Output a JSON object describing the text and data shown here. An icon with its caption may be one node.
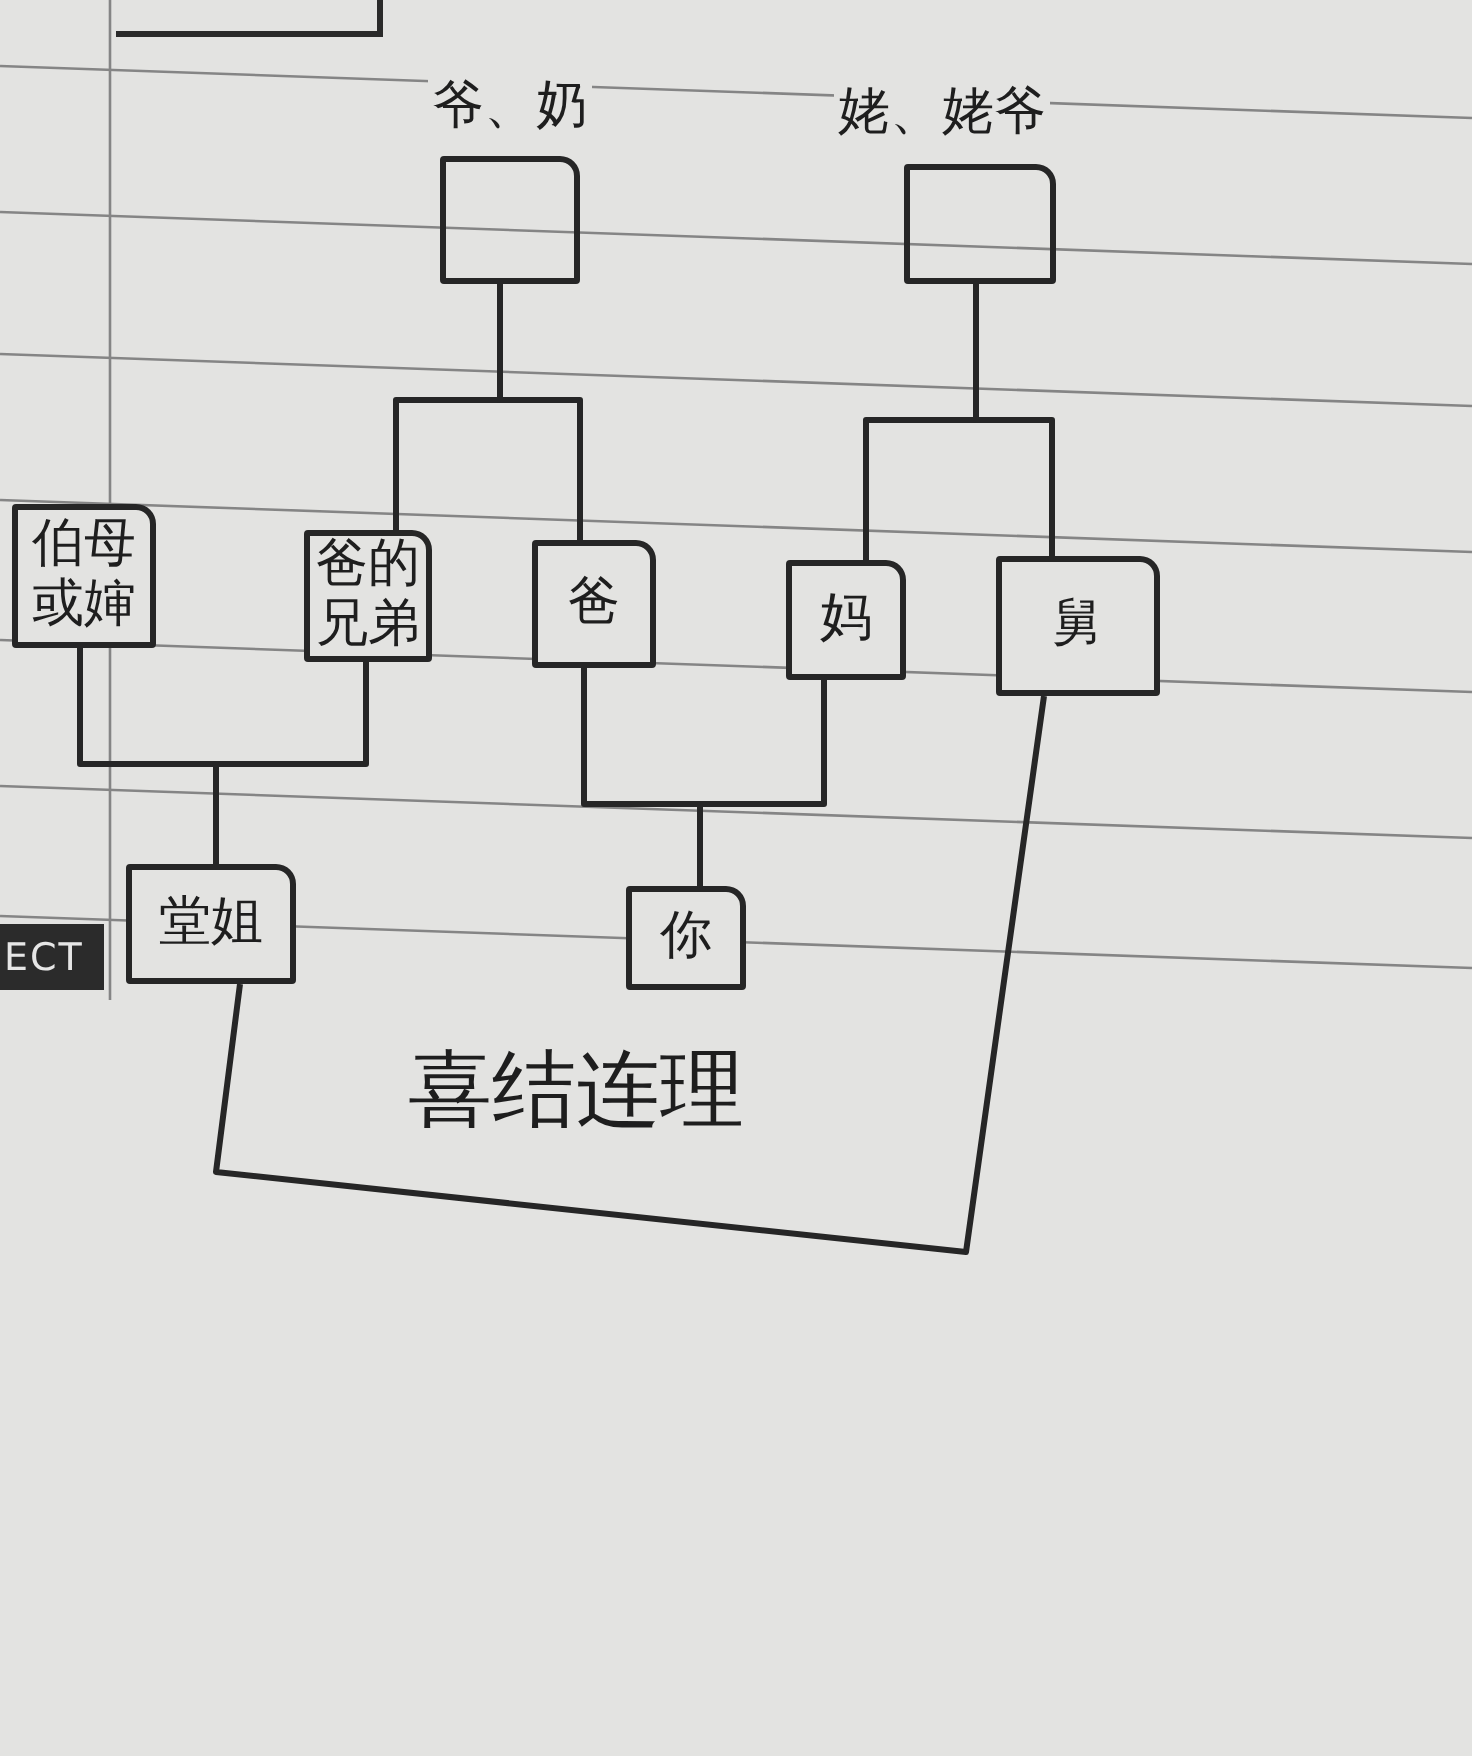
{
  "diagram": {
    "nodes": [
      {
        "text": [
          "爷、奶"
        ]
      },
      {
        "text": [
          "姥、姥爷"
        ]
      },
      {
        "text": [
          "伯母或婶"
        ]
      },
      {
        "text": [
          "爸的兄弟"
        ]
      },
      {
        "text": [
          "爸"
        ]
      },
      {
        "text": [
          "妈"
        ]
      },
      {
        "text": [
          "舅"
        ]
      },
      {
        "text": [
          "堂姐"
        ]
      },
      {
        "text": [
          "你"
        ]
      }
    ],
    "edges": [
      {
        "from": 0,
        "to": 3,
        "arrow": "none"
      },
      {
        "from": 0,
        "to": 4,
        "arrow": "none"
      },
      {
        "from": 1,
        "to": 5,
        "arrow": "none"
      },
      {
        "from": 1,
        "to": 6,
        "arrow": "none"
      },
      {
        "from": 2,
        "to": 7,
        "arrow": "none"
      },
      {
        "from": 3,
        "to": 7,
        "arrow": "none"
      },
      {
        "from": 4,
        "to": 8,
        "arrow": "none"
      },
      {
        "from": 5,
        "to": 8,
        "arrow": "none"
      },
      {
        "from": 7,
        "to": 6,
        "arrow": "none",
        "label": "喜结连理"
      }
    ],
    "labels": [
      "ECT"
    ]
  }
}
